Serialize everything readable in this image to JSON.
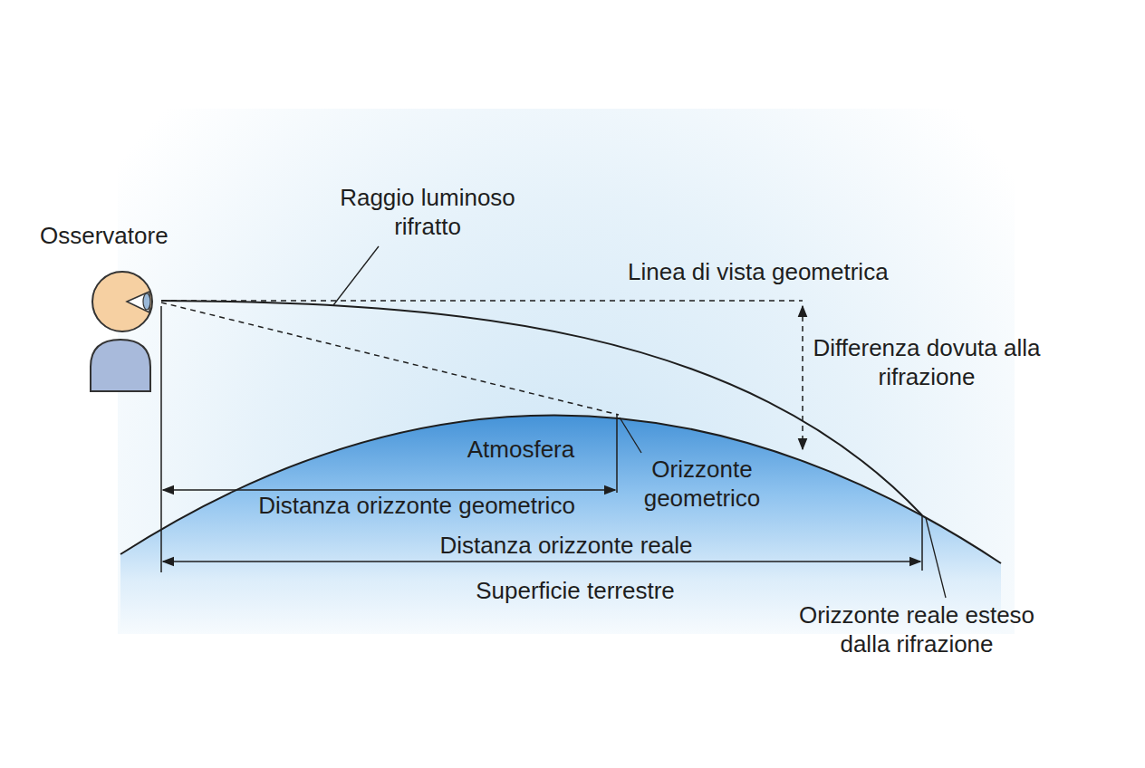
{
  "diagram": {
    "labels": [
      "Osservatore",
      "Raggio luminoso rifratto",
      "Linea di vista geometrica",
      "Differenza dovuta alla rifrazione",
      "Atmosfera",
      "Orizzonte geometrico",
      "Distanza orizzonte geometrico",
      "Distanza orizzonte reale",
      "Superficie terrestre",
      "Orizzonte reale esteso dalla rifrazione"
    ]
  }
}
